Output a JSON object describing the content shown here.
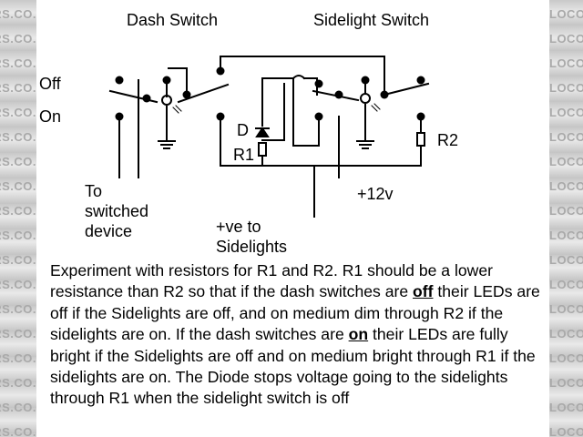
{
  "watermark": {
    "left": [
      "DERS.CO.",
      "DERS.CO.",
      "DERS.CO.",
      "DERS.CO.",
      "DERS.CO.",
      "DERS.CO.",
      "DERS.CO.",
      "DERS.CO.",
      "DERS.CO.",
      "DERS.CO.",
      "DERS.CO.",
      "DERS.CO.",
      "DERS.CO.",
      "DERS.CO.",
      "DERS.CO.",
      "DERS.CO.",
      "DERS.CO.",
      "DERS.CO."
    ],
    "right": [
      "LOCOST",
      "LOCOST",
      "LOCOST",
      "LOCOST",
      "LOCOST",
      "LOCOST",
      "LOCOST",
      "LOCOST",
      "LOCOST",
      "LOCOST",
      "LOCOST",
      "LOCOST",
      "LOCOST",
      "LOCOST",
      "LOCOST",
      "LOCOST",
      "LOCOST",
      "LOCOST"
    ]
  },
  "diagram": {
    "dash_switch_title": "Dash Switch",
    "sidelight_switch_title": "Sidelight Switch",
    "off_label": "Off",
    "on_label": "On",
    "diode_label": "D",
    "r1_label": "R1",
    "r2_label": "R2",
    "supply_label": "+12v",
    "device_label_line1": "To",
    "device_label_line2": "switched",
    "device_label_line3": "device",
    "sidelights_label_line1": "+ve to",
    "sidelights_label_line2": "Sidelights",
    "colors": {
      "wire": "#000000",
      "background": "#ffffff"
    }
  },
  "description": {
    "p1": "Experiment with resistors for R1 and R2. R1 should be a lower resistance than R2 so that if the dash switches are ",
    "u1": "off",
    "p2": " their LEDs are off if the Sidelights are off, and on medium dim through R2 if the sidelights are on. If the dash switches are ",
    "u2": "on",
    "p3": " their LEDs are fully bright if the Sidelights are off and on medium bright through R1 if the sidelights are on. The Diode stops voltage going to the sidelights through R1 when the sidelight switch is off"
  }
}
